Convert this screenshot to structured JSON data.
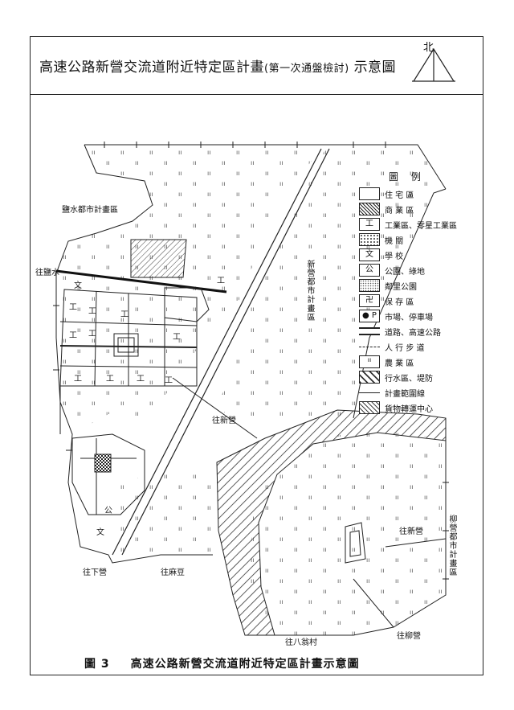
{
  "title": {
    "main": "高速公路新營交流道附近特定區計畫",
    "sub": "(第一次通盤檢討)",
    "suffix": "示意圖"
  },
  "north_label": "北",
  "legend": {
    "title": "圖 例",
    "items": [
      {
        "label": "住 宅 區",
        "symbol": "blank"
      },
      {
        "label": "商 業 區",
        "symbol": "crosshatch"
      },
      {
        "label": "工業區、零星工業區",
        "symbol": "工"
      },
      {
        "label": "機 關",
        "symbol": "dots"
      },
      {
        "label": "學 校",
        "symbol": "文"
      },
      {
        "label": "公園、綠地",
        "symbol": "公"
      },
      {
        "label": "鄰里公園",
        "symbol": "stipple"
      },
      {
        "label": "保 存 區",
        "symbol": "卍"
      },
      {
        "label": "市場、停車場",
        "symbol": "● P"
      },
      {
        "label": "道路、高速公路",
        "symbol": "road"
      },
      {
        "label": "人 行 步 道",
        "symbol": "dashed"
      },
      {
        "label": "農 業 區",
        "symbol": "grass"
      },
      {
        "label": "行水區、堤防",
        "symbol": "diag"
      },
      {
        "label": "計畫範圍線",
        "symbol": "boundary"
      },
      {
        "label": "貨物轉運中心",
        "symbol": "hatch"
      }
    ]
  },
  "map_labels": {
    "yanshui_plan": "鹽水都市計畫區",
    "to_yanshui": "往鹽水",
    "xinying_plan": "新營都市計畫區",
    "to_xinying_mid": "往新營",
    "to_xinying_right": "往新營",
    "liuying_plan": "柳營都市計畫區",
    "to_xiaying": "往下營",
    "to_jiali": "往麻豆",
    "to_bawengcun": "往八翁村",
    "to_liuying": "往柳營"
  },
  "caption": {
    "figure_no": "圖 3",
    "text": "高速公路新營交流道附近特定區計畫示意圖"
  }
}
